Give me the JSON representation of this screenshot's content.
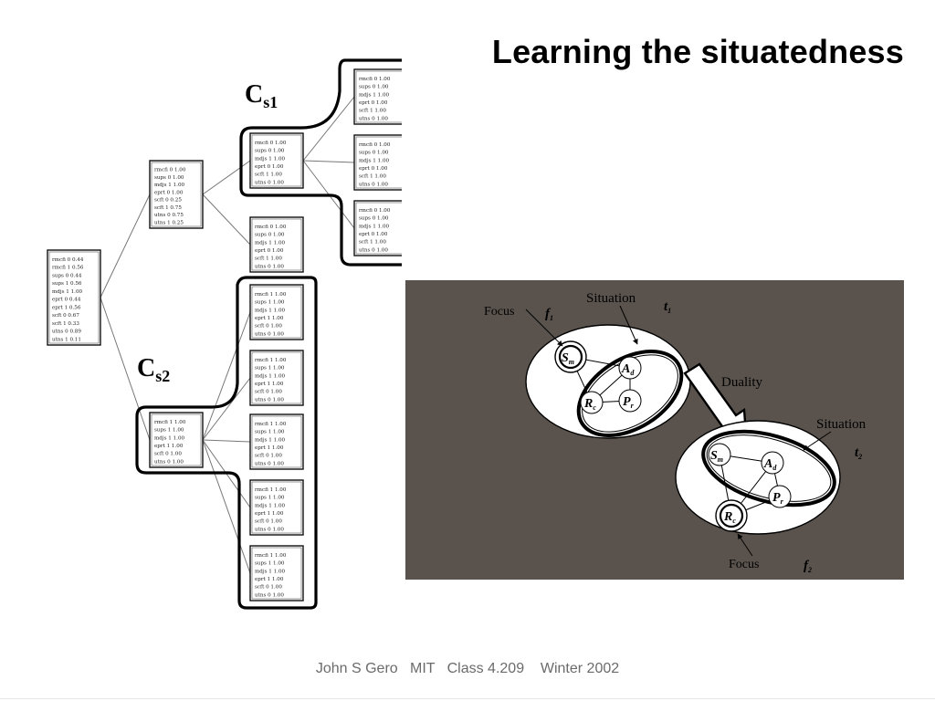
{
  "slide": {
    "title": "Learning the situatedness",
    "footer": "John S Gero   MIT   Class 4.209    Winter 2002"
  },
  "tree": {
    "cluster_labels": {
      "cs1": {
        "main": "C",
        "sub": "s1"
      },
      "cs2": {
        "main": "C",
        "sub": "s2"
      }
    },
    "nodes": {
      "root": [
        "rmcfi  0 0.44",
        "rmcfi  1 0.56",
        "sups  0 0.44",
        "sups  1 0.56",
        "mdjs  1 1.00",
        "eprt  0 0.44",
        "eprt  1 0.56",
        "scft  0 0.67",
        "scft  1 0.33",
        "utns  0 0.89",
        "utns  1 0.11"
      ],
      "mid1": [
        "rmcfi  0 1.00",
        "sups  0 1.00",
        "mdjs  1 1.00",
        "eprt  0 1.00",
        "scft  0 0.25",
        "scft  1 0.75",
        "utns  0 0.75",
        "utns  1 0.25"
      ],
      "cs1_parent": [
        "rmcfi  0 1.00",
        "sups  0 1.00",
        "mdjs  1 1.00",
        "eprt  0 1.00",
        "scft  1 1.00",
        "utns  0 1.00"
      ],
      "cs1_leaf_1": [
        "rmcfi  0 1.00",
        "sups  0 1.00",
        "mdjs  1 1.00",
        "eprt  0 1.00",
        "scft  1 1.00",
        "utns  0 1.00"
      ],
      "cs1_leaf_2": [
        "rmcfi  0 1.00",
        "sups  0 1.00",
        "mdjs  1 1.00",
        "eprt  0 1.00",
        "scft  1 1.00",
        "utns  0 1.00"
      ],
      "cs1_leaf_3": [
        "rmcfi  0 1.00",
        "sups  0 1.00",
        "mdjs  1 1.00",
        "eprt  0 1.00",
        "scft  1 1.00",
        "utns  0 1.00"
      ],
      "mid1_leaf": [
        "rmcfi  0 1.00",
        "sups  0 1.00",
        "mdjs  1 1.00",
        "eprt  0 1.00",
        "scft  1 1.00",
        "utns  0 1.00"
      ],
      "cs2_parent": [
        "rmcfi  1 1.00",
        "sups  1 1.00",
        "mdjs  1 1.00",
        "eprt  1 1.00",
        "scft  0 1.00",
        "utns  0 1.00"
      ],
      "cs2_leaf_1": [
        "rmcfi  1 1.00",
        "sups  1 1.00",
        "mdjs  1 1.00",
        "eprt  1 1.00",
        "scft  0 1.00",
        "utns  0 1.00"
      ],
      "cs2_leaf_2": [
        "rmcfi  1 1.00",
        "sups  1 1.00",
        "mdjs  1 1.00",
        "eprt  1 1.00",
        "scft  0 1.00",
        "utns  0 1.00"
      ],
      "cs2_leaf_3": [
        "rmcfi  1 1.00",
        "sups  1 1.00",
        "mdjs  1 1.00",
        "eprt  1 1.00",
        "scft  0 1.00",
        "utns  0 1.00"
      ],
      "cs2_leaf_4": [
        "rmcfi  1 1.00",
        "sups  1 1.00",
        "mdjs  1 1.00",
        "eprt  1 1.00",
        "scft  0 1.00",
        "utns  0 1.00"
      ],
      "cs2_leaf_5": [
        "rmcfi  1 1.00",
        "sups  1 1.00",
        "mdjs  1 1.00",
        "eprt  1 1.00",
        "scft  0 1.00",
        "utns  0 1.00"
      ]
    }
  },
  "panel": {
    "background": "#5a534d",
    "situation_label": "Situation",
    "focus_label": "Focus",
    "duality_label": "Duality",
    "f1": {
      "main": "f",
      "sub": "1"
    },
    "f2": {
      "main": "f",
      "sub": "2"
    },
    "t1": {
      "main": "t",
      "sub": "1"
    },
    "t2": {
      "main": "t",
      "sub": "2"
    },
    "sm": {
      "main": "S",
      "sub": "m"
    },
    "ad": {
      "main": "A",
      "sub": "d"
    },
    "rc": {
      "main": "R",
      "sub": "c"
    },
    "pr": {
      "main": "P",
      "sub": "r"
    }
  }
}
